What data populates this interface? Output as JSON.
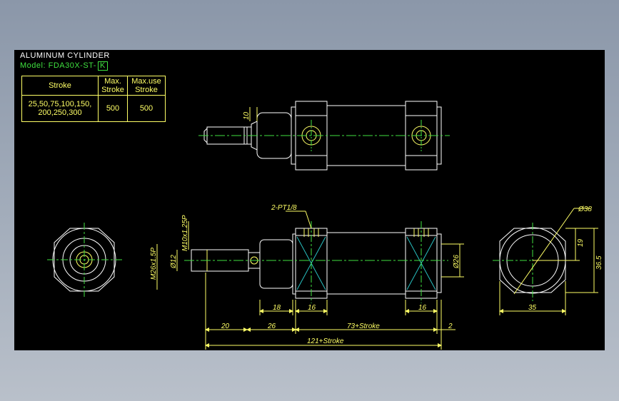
{
  "drawing": {
    "title": "ALUMINUM CYLINDER",
    "model_prefix": "Model:",
    "model_code": "FDA30X-ST-",
    "model_suffix": "K"
  },
  "spec_table": {
    "headers": {
      "stroke": "Stroke",
      "max_stroke_1": "Max.",
      "max_stroke_2": "Stroke",
      "max_use_1": "Max.use",
      "max_use_2": "Stroke"
    },
    "row": {
      "strokes_line1": "25,50,75,100,150,",
      "strokes_line2": "200,250,300",
      "max_stroke": "500",
      "max_use_stroke": "500"
    }
  },
  "dimensions": {
    "top_width": "10",
    "port": "2-PT1/8",
    "rod_thread": "M10x1.25P",
    "cap_thread": "M26x1.5P",
    "rod_dia": "Ø12",
    "body_dia": "Ø26",
    "d18": "18",
    "d16a": "16",
    "d16b": "16",
    "d20": "20",
    "d26": "26",
    "d73": "73+Stroke",
    "d2": "2",
    "d121": "121+Stroke",
    "dia38": "Ø38",
    "d19": "19",
    "d36": "36.5",
    "d35": "35"
  },
  "colors": {
    "background": "#000000",
    "outline": "#ffffff",
    "dimension": "#ffff66",
    "centerline": "#3fe03f",
    "hatch": "#28c0c0",
    "model_text": "#3fe03f"
  }
}
